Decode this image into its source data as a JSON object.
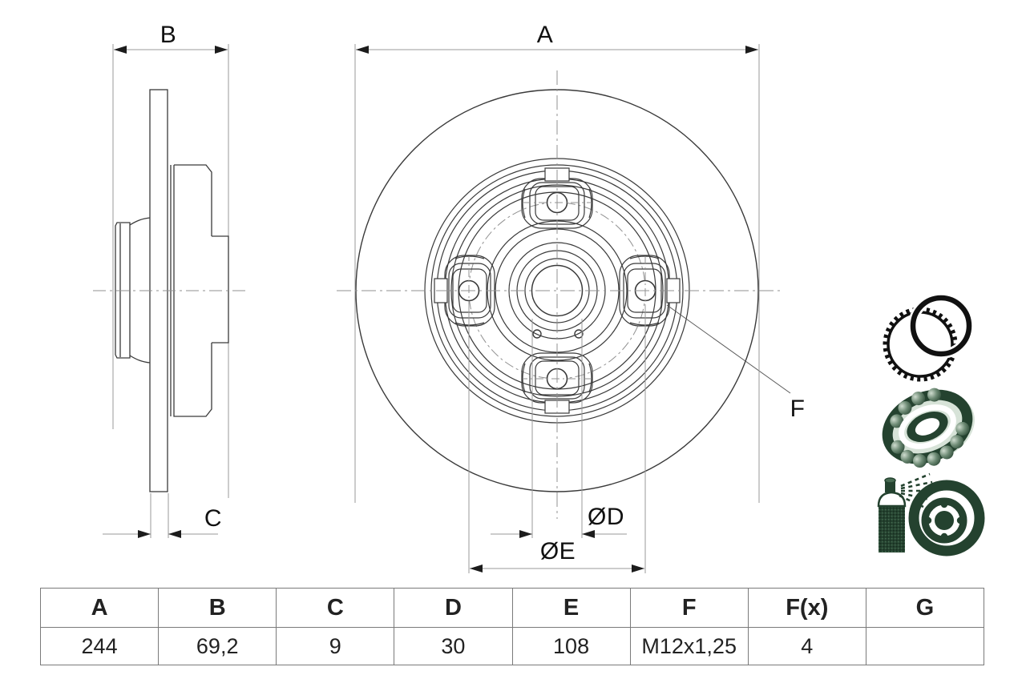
{
  "drawing": {
    "title": "Brake disc technical drawing",
    "dim_labels": {
      "a": "A",
      "b": "B",
      "c": "C",
      "d": "ØD",
      "e": "ØE",
      "f": "F"
    },
    "views": {
      "left": "side-cross-section",
      "center": "front-view"
    },
    "colors": {
      "line": "#3a3a3a",
      "dimension": "#9a9a9a",
      "arrow": "#1c1c1c",
      "icon_green": "#24422f",
      "icon_black": "#111111"
    },
    "icons": [
      "abs-tone-ring-icon",
      "wheel-bearing-icon",
      "coated-disc-spray-icon"
    ]
  },
  "table": {
    "headers": [
      "A",
      "B",
      "C",
      "D",
      "E",
      "F",
      "F(x)",
      "G"
    ],
    "values": [
      "244",
      "69,2",
      "9",
      "30",
      "108",
      "M12x1,25",
      "4",
      ""
    ]
  }
}
